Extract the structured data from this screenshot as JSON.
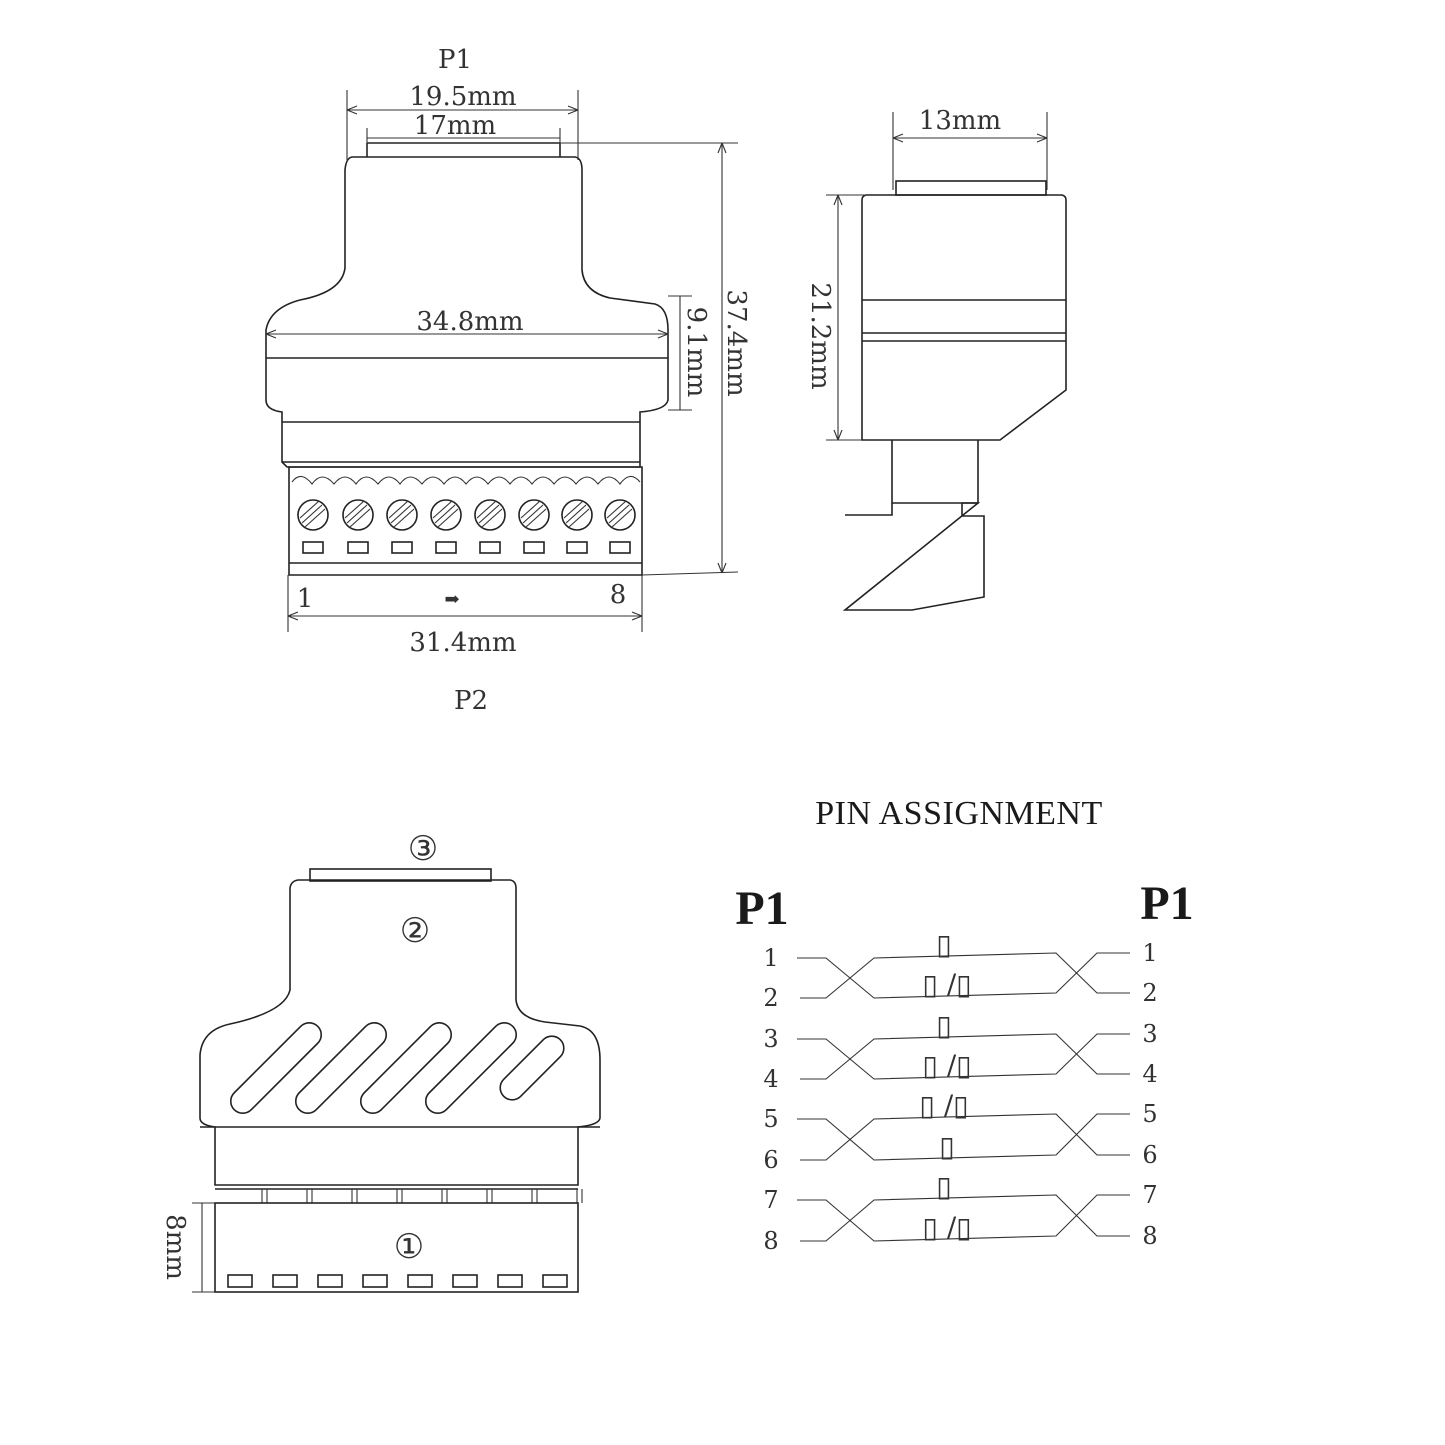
{
  "front_view": {
    "top_label": "P1",
    "bottom_label": "P2",
    "dim_outer_top": "19.5mm",
    "dim_inner_top": "17mm",
    "dim_body_width": "34.8mm",
    "dim_body_height": "9.1mm",
    "dim_total_height": "37.4mm",
    "dim_terminal_width": "31.4mm",
    "pin_first": "1",
    "pin_last": "8",
    "arrow_symbol": "➡"
  },
  "side_view": {
    "dim_width": "13mm",
    "dim_height": "21.2mm"
  },
  "callout_view": {
    "part_1": "①",
    "part_2": "②",
    "part_3": "③",
    "dim_terminal_height": "8mm"
  },
  "pin_assignment": {
    "title": "PIN ASSIGNMENT",
    "left_header": "P1",
    "right_header": "P1",
    "left_pins": [
      "1",
      "2",
      "3",
      "4",
      "5",
      "6",
      "7",
      "8"
    ],
    "right_pins": [
      "1",
      "2",
      "3",
      "4",
      "5",
      "6",
      "7",
      "8"
    ],
    "pair_labels": [
      {
        "top": "▯",
        "bottom": "▯ /▯"
      },
      {
        "top": "▯",
        "bottom": "▯ /▯"
      },
      {
        "top": "▯ /▯",
        "bottom": "▯"
      },
      {
        "top": "▯",
        "bottom": "▯ /▯"
      }
    ]
  }
}
